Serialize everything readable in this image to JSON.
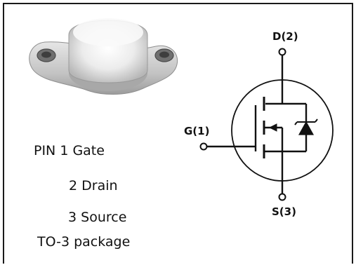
{
  "pin_list": {
    "gate": "PIN 1 Gate",
    "drain": "2 Drain",
    "source": "3 Source",
    "package": "TO-3 package"
  },
  "symbol": {
    "drain_terminal": "D(2)",
    "gate_terminal": "G(1)",
    "source_terminal": "S(3)"
  },
  "colors": {
    "line": "#111111",
    "package_metal": "#c9c9c9",
    "package_highlight": "#f2f2f2"
  }
}
